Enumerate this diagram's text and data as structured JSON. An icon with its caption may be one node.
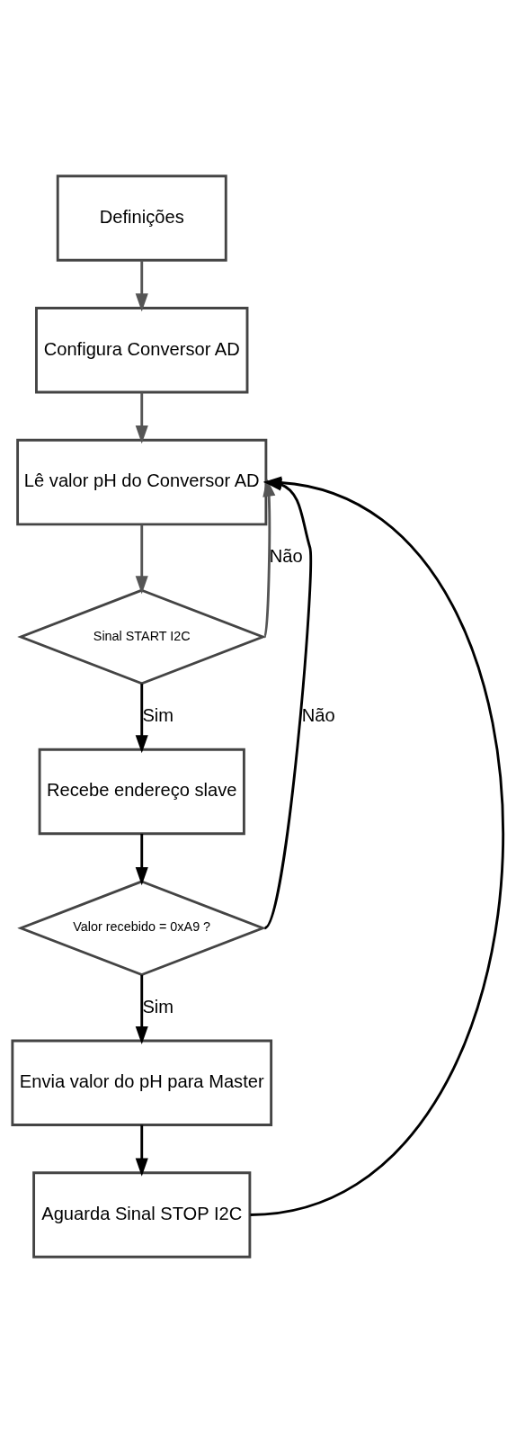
{
  "diagram": {
    "nodes": [
      {
        "text": [
          "Definições"
        ]
      },
      {
        "text": [
          "Configura Conversor AD"
        ]
      },
      {
        "text": [
          "Lê valor pH do Conversor AD"
        ]
      },
      {
        "text": [
          "Sinal START I2C"
        ]
      },
      {
        "text": [
          "Recebe endereço slave"
        ]
      },
      {
        "text": [
          "Valor recebido = 0xA9 ?"
        ]
      },
      {
        "text": [
          "Envia valor do pH para Master"
        ]
      },
      {
        "text": [
          "Aguarda Sinal STOP I2C"
        ]
      }
    ],
    "edges": [
      {
        "from": 0,
        "to": 1,
        "arrow": "to",
        "color": "#555555"
      },
      {
        "from": 1,
        "to": 2,
        "arrow": "to",
        "color": "#555555"
      },
      {
        "from": 2,
        "to": 3,
        "arrow": "to",
        "color": "#555555"
      },
      {
        "from": 3,
        "to": 2,
        "label": "Não",
        "arrow": "to",
        "color": "#555555"
      },
      {
        "from": 3,
        "to": 4,
        "label": "Sim",
        "arrow": "to"
      },
      {
        "from": 4,
        "to": 5,
        "arrow": "to"
      },
      {
        "from": 5,
        "to": 2,
        "label": "Não",
        "arrow": "to"
      },
      {
        "from": 5,
        "to": 6,
        "label": "Sim",
        "arrow": "to"
      },
      {
        "from": 6,
        "to": 7,
        "arrow": "to"
      },
      {
        "from": 7,
        "to": 2,
        "arrow": "to"
      }
    ]
  }
}
